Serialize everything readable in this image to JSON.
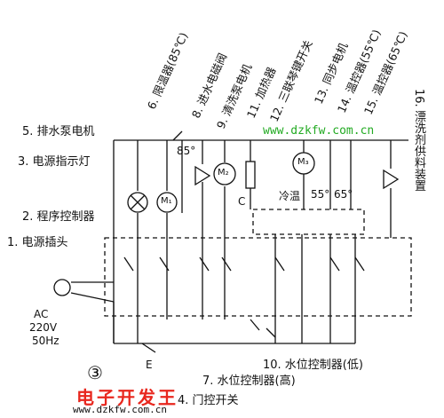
{
  "labels": {
    "l1": "1. 电源插头",
    "l2": "2. 程序控制器",
    "l3": "3. 电源指示灯",
    "l4": "4. 门控开关",
    "l5": "5. 排水泵电机",
    "l6": "6. 限温器(85℃)",
    "l7": "7. 水位控制器(高)",
    "l8": "8. 进水电磁阀",
    "l9": "9. 清洗泵电机",
    "l10": "10. 水位控制器(低)",
    "l11": "11. 加热器",
    "l12": "12. 三联琴键开关",
    "l13": "13. 同步电机",
    "l14": "14. 温控器(55℃)",
    "l15": "15. 温控器(65℃)",
    "l16": "16. 漂洗剂供料装置"
  },
  "power": {
    "ac": "AC",
    "voltage": "220V",
    "freq": "50Hz"
  },
  "figure_number": "③",
  "markings": {
    "t85": "85°",
    "m1": "M₁",
    "m2": "M₂",
    "m3": "M₃",
    "e": "E",
    "c": "C",
    "cold": "冷温",
    "s55": "55°",
    "s65": "65°"
  },
  "watermark_url": "www.dzkfw.com.cn",
  "brand": {
    "name": "电子开发王",
    "url": "www.dzkfw.com.cn"
  }
}
